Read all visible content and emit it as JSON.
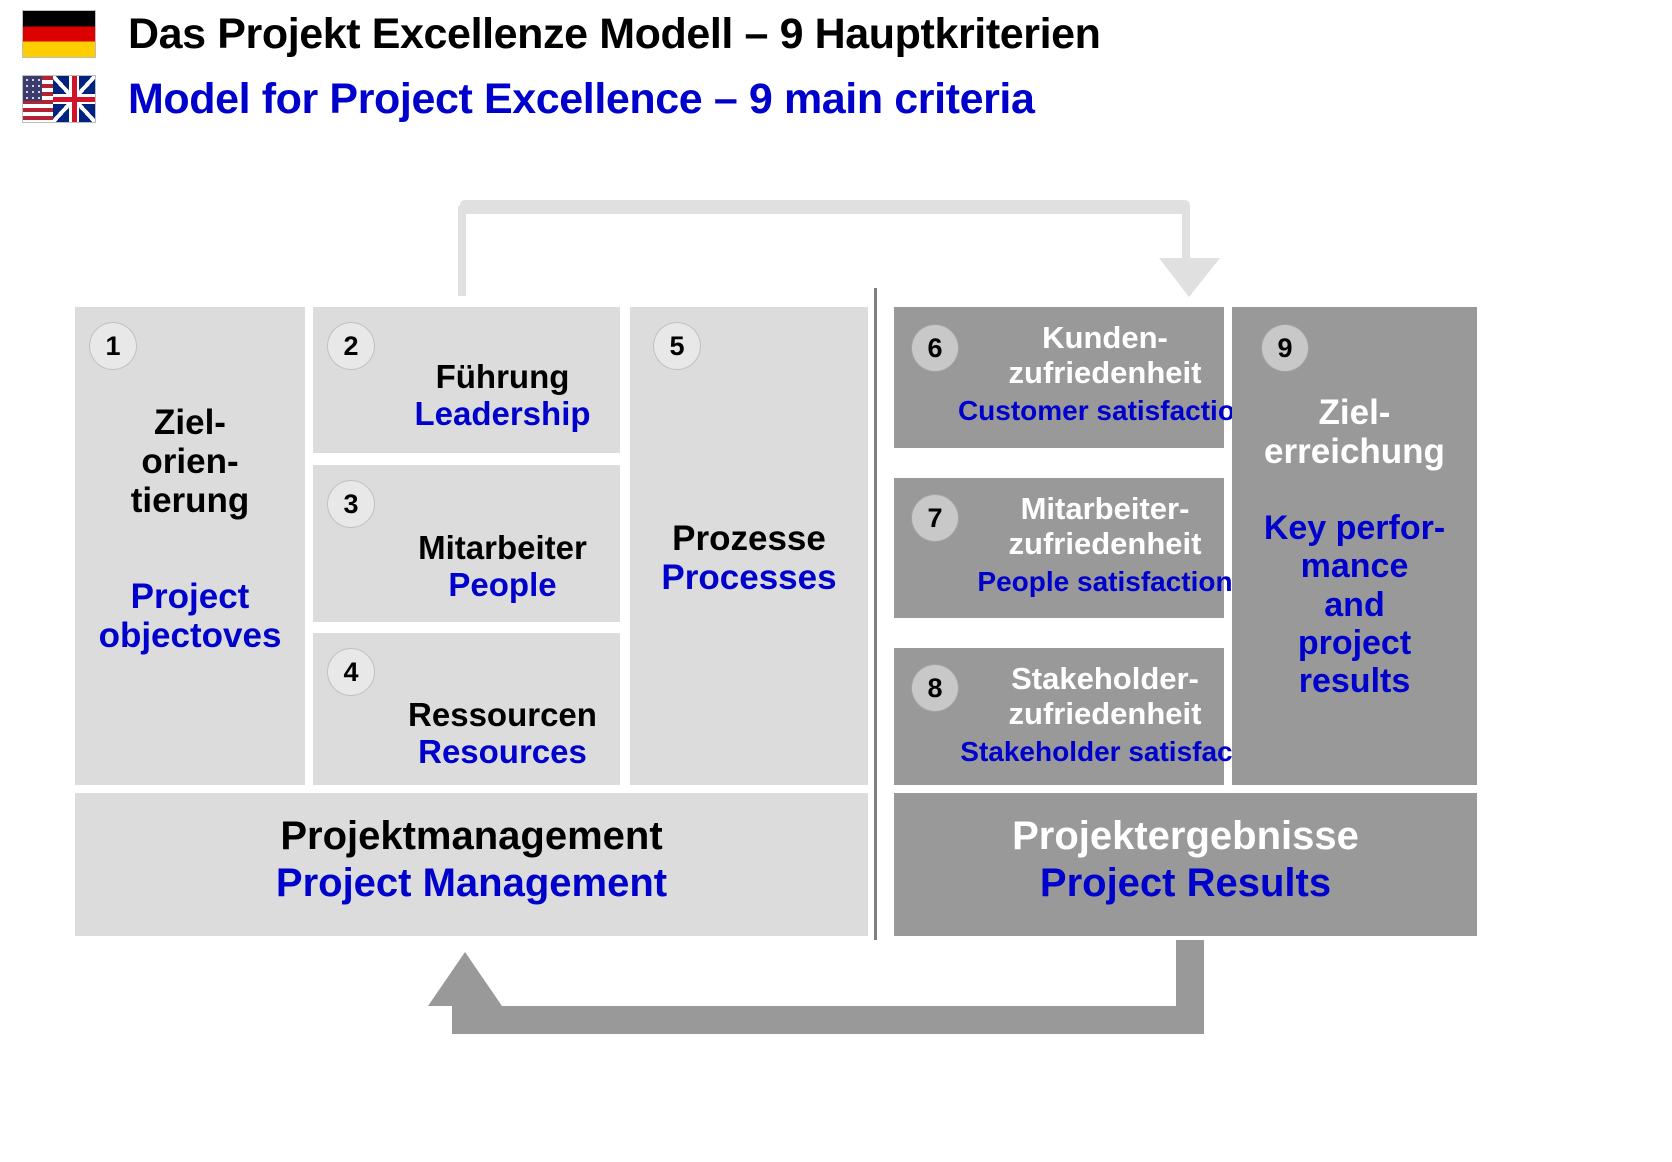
{
  "header": {
    "flag_de": "german-flag",
    "flag_en": "us-uk-flag",
    "title_de": "Das Projekt Excellenze Modell – 9 Hauptkriterien",
    "title_en": "Model for Project Excellence – 9 main criteria"
  },
  "colors": {
    "english_text": "#0000CC",
    "german_text_light_box": "#000000",
    "german_text_dark_box": "#FFFFFF",
    "box_light": "#DCDCDC",
    "box_dark": "#999999",
    "badge_light": "#E8E8E8",
    "badge_dark": "#C8C8C8",
    "arrow_top": "#E0E0E0",
    "arrow_bottom": "#999999",
    "divider": "#808080"
  },
  "criteria": [
    {
      "number": "1",
      "de": "Ziel-\norien-\ntierung",
      "de_lines": [
        "Ziel-",
        "orien-",
        "tierung"
      ],
      "en": "Project objectoves",
      "en_lines": [
        "Project",
        "objectoves"
      ],
      "group": "enablers",
      "tone": "light"
    },
    {
      "number": "2",
      "de": "Führung",
      "de_lines": [
        "Führung"
      ],
      "en": "Leadership",
      "en_lines": [
        "Leadership"
      ],
      "group": "enablers",
      "tone": "light"
    },
    {
      "number": "3",
      "de": "Mitarbeiter",
      "de_lines": [
        "Mitarbeiter"
      ],
      "en": "People",
      "en_lines": [
        "People"
      ],
      "group": "enablers",
      "tone": "light"
    },
    {
      "number": "4",
      "de": "Ressourcen",
      "de_lines": [
        "Ressourcen"
      ],
      "en": "Resources",
      "en_lines": [
        "Resources"
      ],
      "group": "enablers",
      "tone": "light"
    },
    {
      "number": "5",
      "de": "Prozesse",
      "de_lines": [
        "Prozesse"
      ],
      "en": "Processes",
      "en_lines": [
        "Processes"
      ],
      "group": "enablers",
      "tone": "light"
    },
    {
      "number": "6",
      "de": "Kunden-\nzufriedenheit",
      "de_lines": [
        "Kunden-",
        "zufriedenheit"
      ],
      "en": "Customer satisfaction",
      "en_lines": [
        "Customer satisfaction"
      ],
      "group": "results",
      "tone": "dark"
    },
    {
      "number": "7",
      "de": "Mitarbeiter-\nzufriedenheit",
      "de_lines": [
        "Mitarbeiter-",
        "zufriedenheit"
      ],
      "en": "People satisfaction",
      "en_lines": [
        "People satisfaction"
      ],
      "group": "results",
      "tone": "dark"
    },
    {
      "number": "8",
      "de": "Stakeholder-\nzufriedenheit",
      "de_lines": [
        "Stakeholder-",
        "zufriedenheit"
      ],
      "en": "Stakeholder satisfact.",
      "en_lines": [
        "Stakeholder satisfact."
      ],
      "group": "results",
      "tone": "dark"
    },
    {
      "number": "9",
      "de": "Ziel-\nerreichung",
      "de_lines": [
        "Ziel-",
        "erreichung"
      ],
      "en": "Key perfor-mance and project results",
      "en_lines": [
        "Key perfor-",
        "mance",
        "and",
        "project",
        "results"
      ],
      "group": "results",
      "tone": "dark"
    }
  ],
  "bars": {
    "project_management": {
      "de": "Projektmanagement",
      "en": "Project Management",
      "tone": "light"
    },
    "project_results": {
      "de": "Projektergebnisse",
      "en": "Project Results",
      "tone": "dark"
    }
  },
  "arrows": {
    "top": "innovation-and-learning-arrow-top",
    "bottom": "innovation-and-learning-arrow-bottom"
  }
}
